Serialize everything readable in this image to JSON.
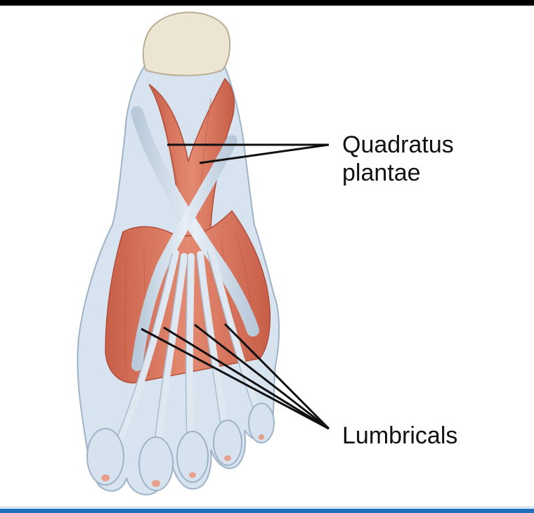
{
  "labels": {
    "quadratus_line1": "Quadratus",
    "quadratus_line2": "plantae",
    "lumbricals": "Lumbricals"
  },
  "colors": {
    "muscle": "#d9705a",
    "muscle_light": "#e8937c",
    "tendon": "#d6e2ee",
    "tendon_shadow": "#a9bccf",
    "bone": "#ece5d3",
    "leader": "#111111",
    "accent_bar": "#1e6fc0"
  }
}
